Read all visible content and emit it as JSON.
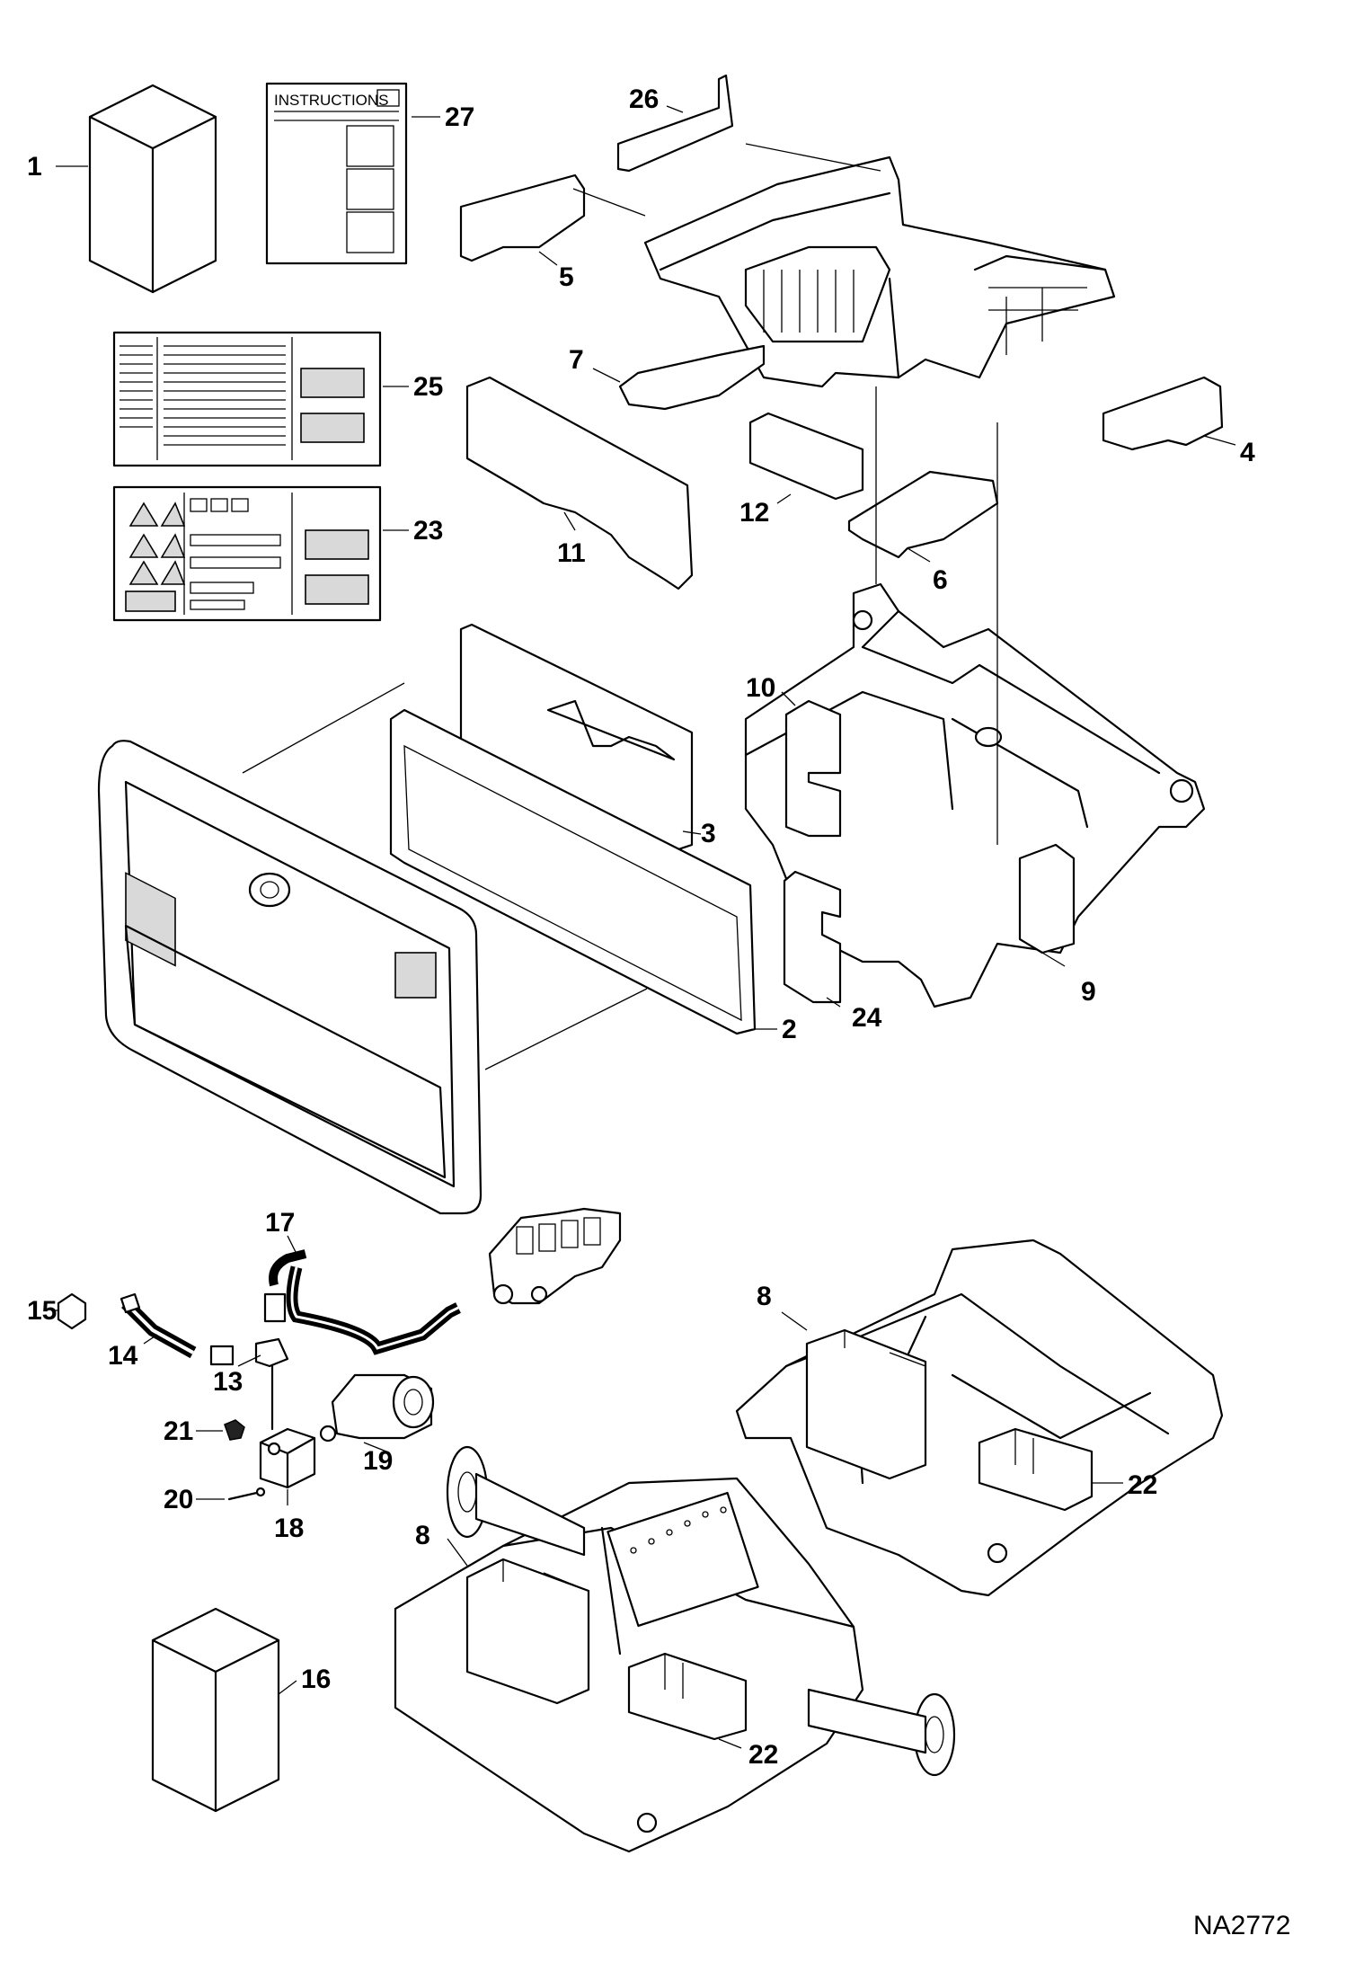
{
  "diagram_code": "NA2772",
  "instructions_label": "INSTRUCTIONS",
  "callouts": [
    "1",
    "2",
    "3",
    "4",
    "5",
    "6",
    "7",
    "8",
    "8",
    "9",
    "10",
    "11",
    "12",
    "13",
    "14",
    "15",
    "16",
    "17",
    "18",
    "19",
    "20",
    "21",
    "22",
    "22",
    "23",
    "24",
    "25",
    "26",
    "27"
  ]
}
